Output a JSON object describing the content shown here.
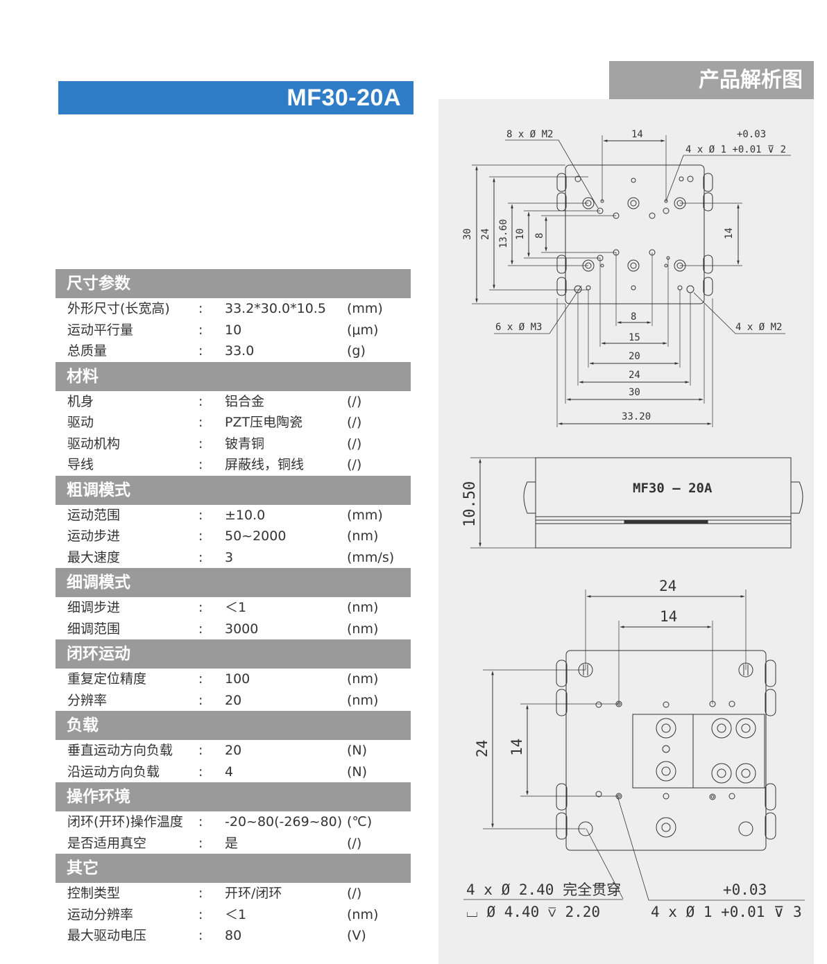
{
  "model": "MF30-20A",
  "diagram_tab": "产品解析图",
  "spec_sections": [
    {
      "title": "尺寸参数",
      "rows": [
        {
          "name": "外形尺寸(长宽高)",
          "colon": ":",
          "value": "33.2*30.0*10.5",
          "unit": "(mm)"
        },
        {
          "name": "运动平行量",
          "colon": ":",
          "value": "10",
          "unit": "(μm)"
        },
        {
          "name": "总质量",
          "colon": ":",
          "value": "33.0",
          "unit": "(g)"
        }
      ]
    },
    {
      "title": "材料",
      "rows": [
        {
          "name": "机身",
          "colon": ":",
          "value": "铝合金",
          "unit": "(/)"
        },
        {
          "name": "驱动",
          "colon": ":",
          "value": "PZT压电陶瓷",
          "unit": "(/)"
        },
        {
          "name": "驱动机构",
          "colon": ":",
          "value": "铍青铜",
          "unit": "(/)"
        },
        {
          "name": "导线",
          "colon": ":",
          "value": "屏蔽线，铜线",
          "unit": "(/)"
        }
      ]
    },
    {
      "title": "粗调模式",
      "rows": [
        {
          "name": "运动范围",
          "colon": ":",
          "value": "±10.0",
          "unit": "(mm)"
        },
        {
          "name": "运动步进",
          "colon": ":",
          "value": "50~2000",
          "unit": "(nm)"
        },
        {
          "name": "最大速度",
          "colon": ":",
          "value": "3",
          "unit": "(mm/s)"
        }
      ]
    },
    {
      "title": "细调模式",
      "rows": [
        {
          "name": "细调步进",
          "colon": ":",
          "value": "＜1",
          "unit": "(nm)"
        },
        {
          "name": "细调范围",
          "colon": ":",
          "value": "3000",
          "unit": "(nm)"
        }
      ]
    },
    {
      "title": "闭环运动",
      "rows": [
        {
          "name": "重复定位精度",
          "colon": ":",
          "value": "100",
          "unit": "(nm)"
        },
        {
          "name": "分辨率",
          "colon": ":",
          "value": "20",
          "unit": "(nm)"
        }
      ]
    },
    {
      "title": "负载",
      "rows": [
        {
          "name": "垂直运动方向负载",
          "colon": ":",
          "value": "20",
          "unit": "(N)"
        },
        {
          "name": "沿运动方向负载",
          "colon": ":",
          "value": "4",
          "unit": "(N)"
        }
      ]
    },
    {
      "title": "操作环境",
      "rows": [
        {
          "name": "闭环(开环)操作温度",
          "colon": ":",
          "value": "-20~80(-269~80)",
          "unit": "(℃)"
        },
        {
          "name": "是否适用真空",
          "colon": ":",
          "value": "是",
          "unit": "(/)"
        }
      ]
    },
    {
      "title": "其它",
      "rows": [
        {
          "name": "控制类型",
          "colon": ":",
          "value": "开环/闭环",
          "unit": "(/)"
        },
        {
          "name": "运动分辨率",
          "colon": ":",
          "value": "＜1",
          "unit": "(nm)"
        },
        {
          "name": "最大驱动电压",
          "colon": ":",
          "value": "80",
          "unit": "(V)"
        }
      ]
    }
  ],
  "drawing": {
    "top_view": {
      "callout_m2_8": "8 x Ø M2",
      "callout_tol_top": "+0.03",
      "callout_hole_1": "4 x Ø 1 +0.01 ⊽ 2",
      "callout_m3": "6 x Ø M3",
      "callout_m2_4": "4 x Ø M2",
      "dim_top_14": "14",
      "dim_right_14": "14",
      "dims_left": [
        "30",
        "24",
        "13.60",
        "10",
        "8"
      ],
      "dims_bottom": [
        "8",
        "15",
        "20",
        "24",
        "30",
        "33.20"
      ]
    },
    "side_view": {
      "label": "MF30 — 20A",
      "dim_height": "10.50"
    },
    "bottom_view": {
      "dim_24_top": "24",
      "dim_14_top": "14",
      "dim_24_left": "24",
      "dim_14_left": "14",
      "callout_through": "4 x Ø 2.40 完全贯穿",
      "callout_cbore": "⌴ Ø 4.40 ⊽ 2.20",
      "callout_tol": "+0.03",
      "callout_hole": "4 x Ø 1 +0.01 ⊽ 3"
    }
  }
}
